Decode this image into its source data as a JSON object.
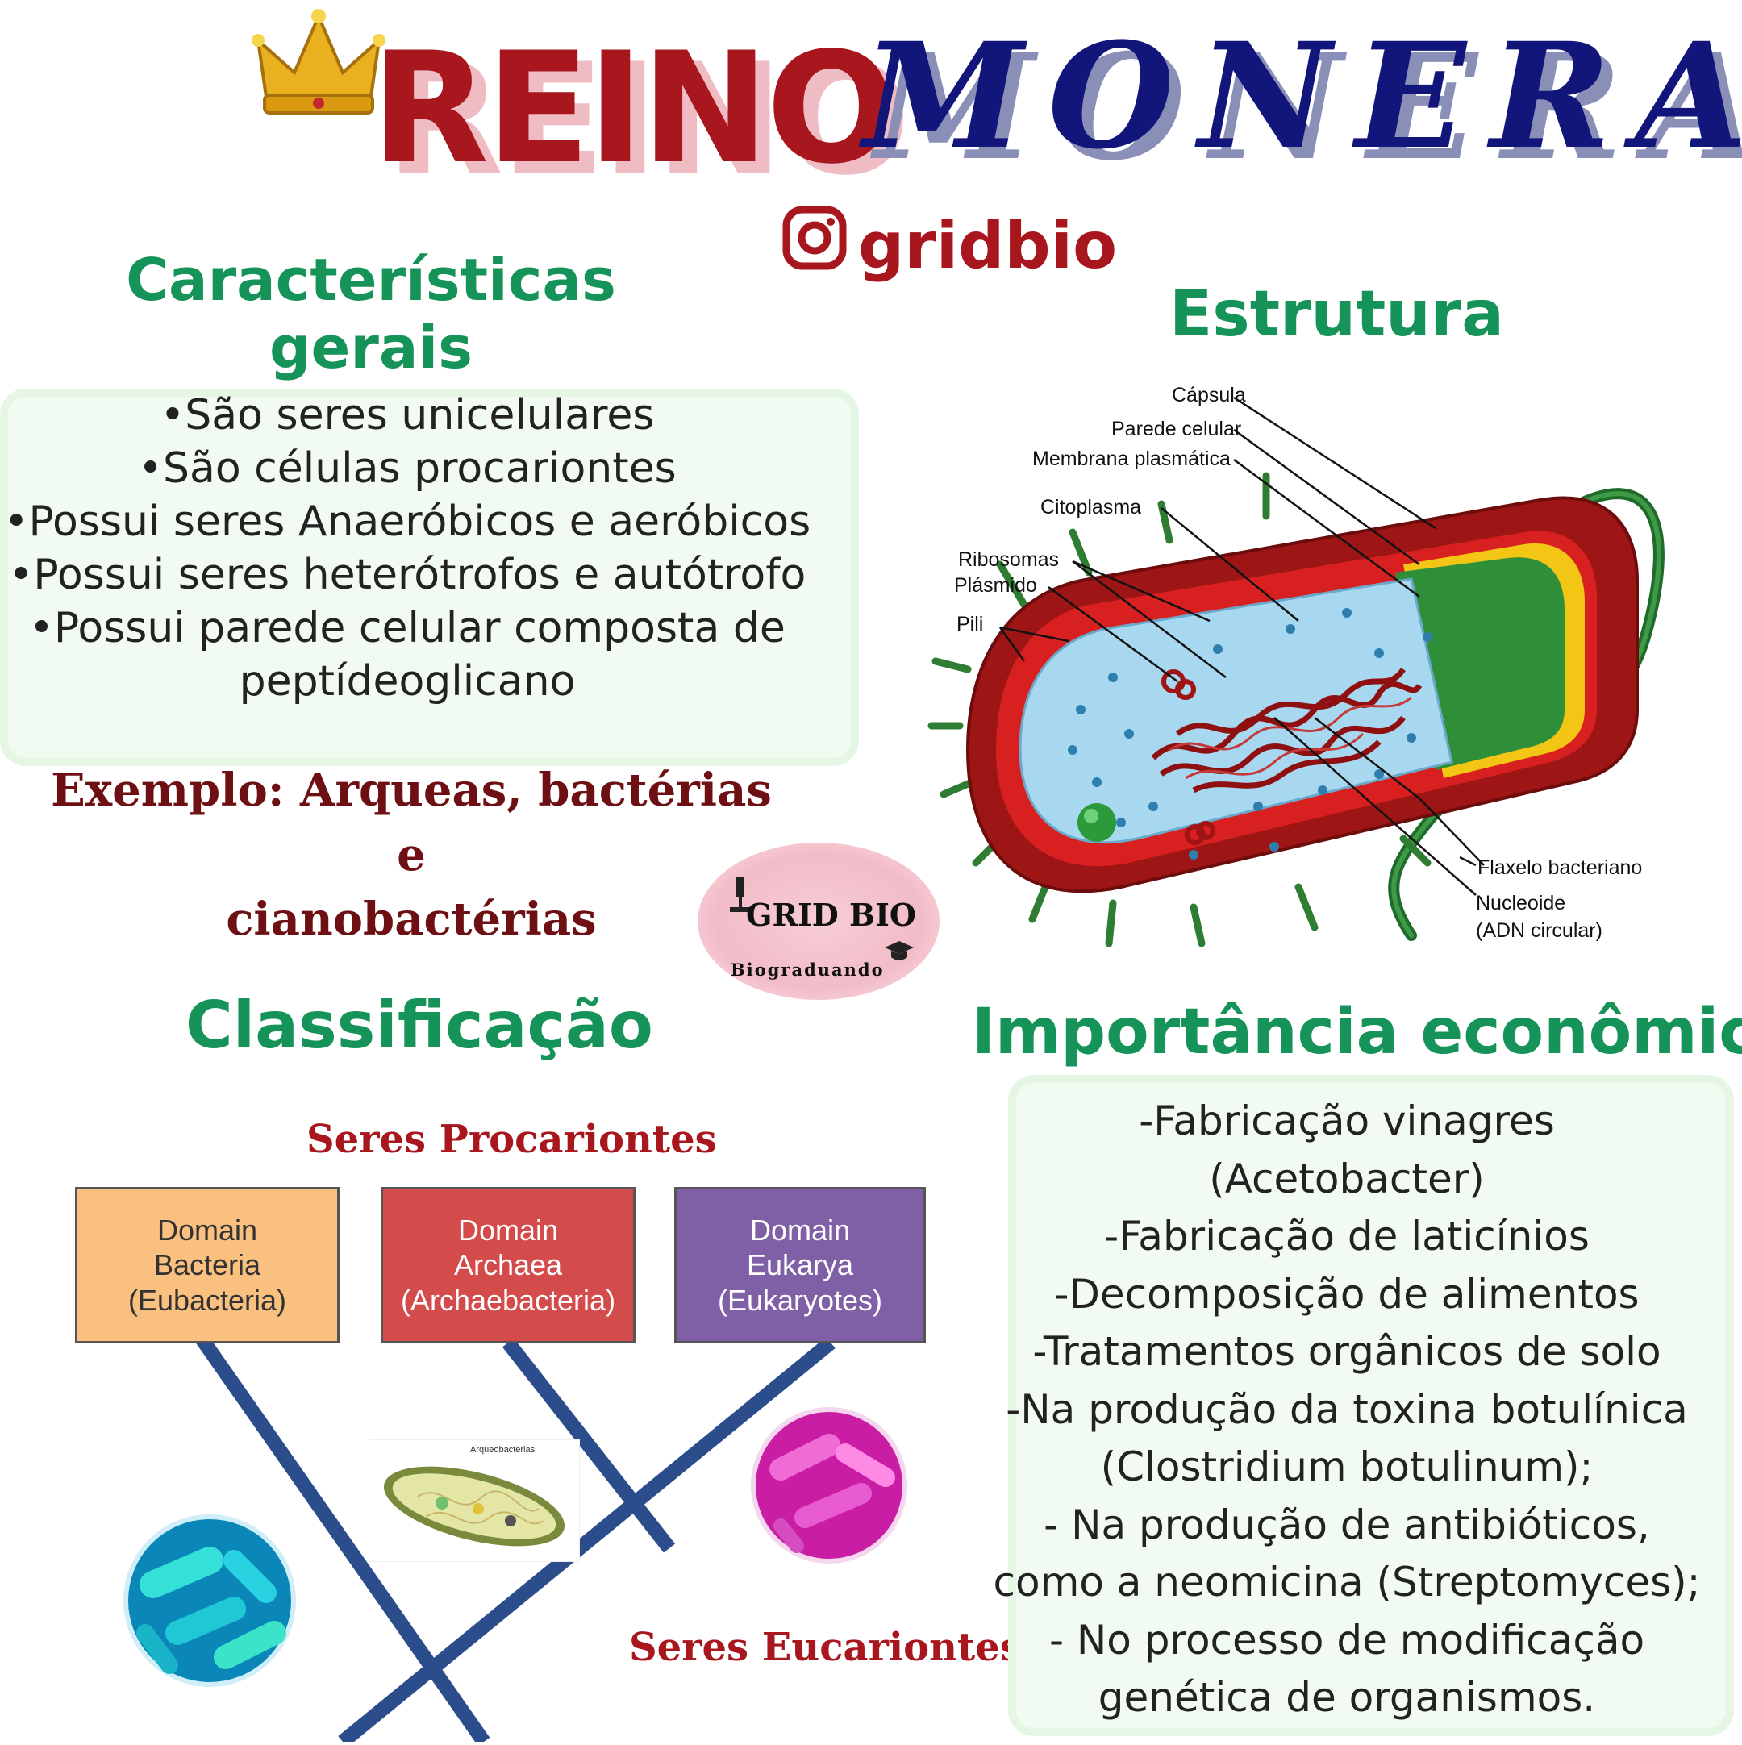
{
  "title": {
    "part1": "REINO",
    "part2": "MONERA"
  },
  "instagram": {
    "handle": "gridbio"
  },
  "caracteristicas": {
    "heading_line1": "Características",
    "heading_line2": "gerais",
    "items": [
      "•São seres unicelulares",
      "•São células procariontes",
      "•Possui seres Anaeróbicos e aeróbicos",
      "•Possui seres heterótrofos e autótrofo",
      "•Possui parede celular composta de",
      "peptídeoglicano"
    ],
    "exemplo_line1": "Exemplo: Arqueas, bactérias e",
    "exemplo_line2": "cianobactérias"
  },
  "estrutura": {
    "heading": "Estrutura",
    "labels": {
      "capsula": "Cápsula",
      "parede": "Parede celular",
      "membrana": "Membrana plasmática",
      "citoplasma": "Citoplasma",
      "ribosomas": "Ribosomas",
      "plasmido": "Plásmido",
      "pili": "Pili",
      "flaxelo": "Flaxelo bacteriano",
      "nucleoide1": "Nucleoide",
      "nucleoide2": "(ADN circular)"
    }
  },
  "logo": {
    "name": "GRID BIO",
    "sub": "Biograduando"
  },
  "classificacao": {
    "heading": "Classificação",
    "procariontes": "Seres Procariontes",
    "eucariontes": "Seres Eucariontes",
    "domains": [
      {
        "l1": "Domain",
        "l2": "Bacteria",
        "l3": "(Eubacteria)"
      },
      {
        "l1": "Domain",
        "l2": "Archaea",
        "l3": "(Archaebacteria)"
      },
      {
        "l1": "Domain",
        "l2": "Eukarya",
        "l3": "(Eukaryotes)"
      }
    ],
    "archaea_img_label": "Arqueobacterias"
  },
  "importancia": {
    "heading": "Importância econômica",
    "items": [
      "-Fabricação  vinagres",
      "(Acetobacter)",
      "-Fabricação de laticínios",
      "-Decomposição de alimentos",
      "-Tratamentos orgânicos de solo",
      "-Na produção da toxina botulínica",
      "(Clostridium botulinum);",
      "- Na produção de antibióticos,",
      "como a neomicina (Streptomyces);",
      "- No processo de modificação",
      "genética de organismos."
    ]
  },
  "colors": {
    "red": "#a8161e",
    "navy": "#12157a",
    "green": "#169358",
    "bacteria_box": "#f9c07f",
    "archaea_box": "#d44b4b",
    "eukarya_box": "#7f5fa6",
    "tree": "#2b4d8c"
  }
}
